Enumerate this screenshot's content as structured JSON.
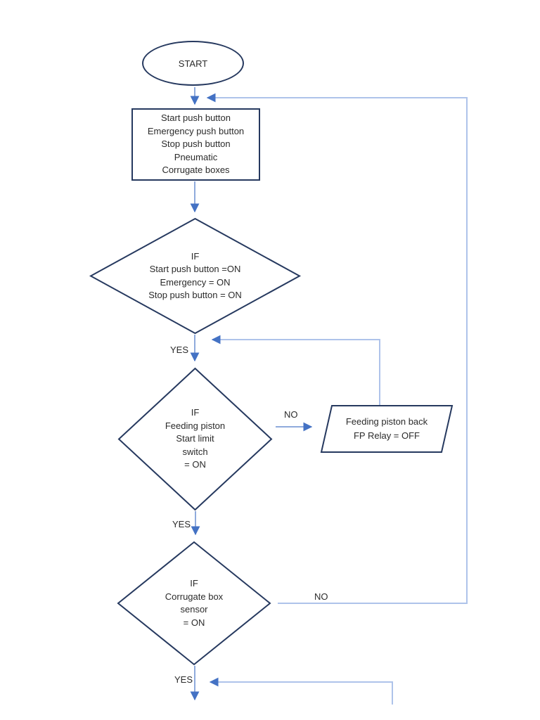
{
  "page": {
    "background": "#ffffff"
  },
  "diagram": {
    "type": "flowchart",
    "nodes": {
      "start": {
        "shape": "terminator",
        "label": "START"
      },
      "io_block": {
        "shape": "process",
        "lines": [
          "Start push button",
          "Emergency push button",
          "Stop push button",
          "Pneumatic",
          "Corrugate boxes"
        ]
      },
      "decision_buttons": {
        "shape": "decision",
        "lines": [
          "IF",
          "Start push button =ON",
          "Emergency = ON",
          "Stop push button = ON"
        ]
      },
      "decision_feeding_piston": {
        "shape": "decision",
        "lines": [
          "IF",
          "Feeding piston",
          "Start limit",
          "switch",
          "= ON"
        ]
      },
      "feeding_piston_back": {
        "shape": "data-parallelogram",
        "lines": [
          "Feeding piston back",
          "FP Relay = OFF"
        ]
      },
      "decision_corrugate_box": {
        "shape": "decision",
        "lines": [
          "IF",
          "Corrugate box",
          "sensor",
          "= ON"
        ]
      }
    },
    "edge_labels": {
      "yes_1": "YES",
      "no_1": "NO",
      "yes_2": "YES",
      "no_2": "NO",
      "yes_3": "YES"
    },
    "colors": {
      "shape_border": "#26395f",
      "arrow_head": "#4472c4",
      "arrow_stem": "#8faadc",
      "loop_line": "#aec3ea",
      "text": "#2b2b2b"
    }
  }
}
